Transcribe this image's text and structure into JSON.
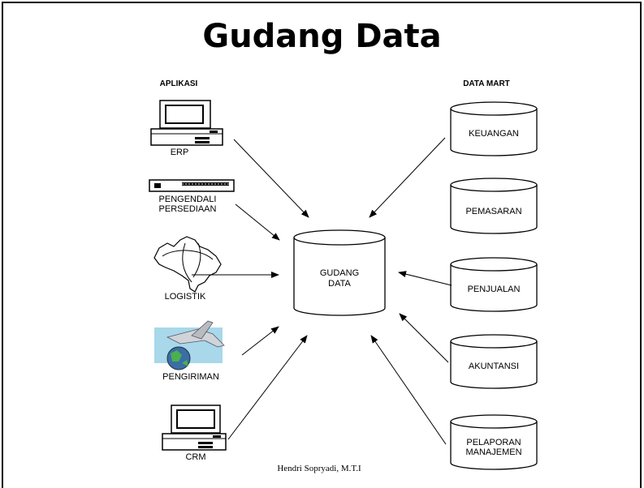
{
  "title": "Gudang Data",
  "headers": {
    "left": "APLIKASI",
    "right": "DATA MART"
  },
  "applications": [
    {
      "label": "ERP",
      "icon": "computer-icon"
    },
    {
      "label_lines": [
        "PENGENDALI",
        "PERSEDIAAN"
      ],
      "icon": "network-switch-icon"
    },
    {
      "label": "LOGISTIK",
      "icon": "map-icon"
    },
    {
      "label": "PENGIRIMAN",
      "icon": "airplane-globe-icon"
    },
    {
      "label": "CRM",
      "icon": "computer-icon"
    }
  ],
  "center": {
    "label_lines": [
      "GUDANG",
      "DATA"
    ]
  },
  "data_marts": [
    {
      "label": "KEUANGAN"
    },
    {
      "label": "PEMASARAN"
    },
    {
      "label": "PENJUALAN"
    },
    {
      "label": "AKUNTANSI"
    },
    {
      "label_lines": [
        "PELAPORAN",
        "MANAJEMEN"
      ]
    }
  ],
  "footer": "Hendri Sopryadi, M.T.I"
}
